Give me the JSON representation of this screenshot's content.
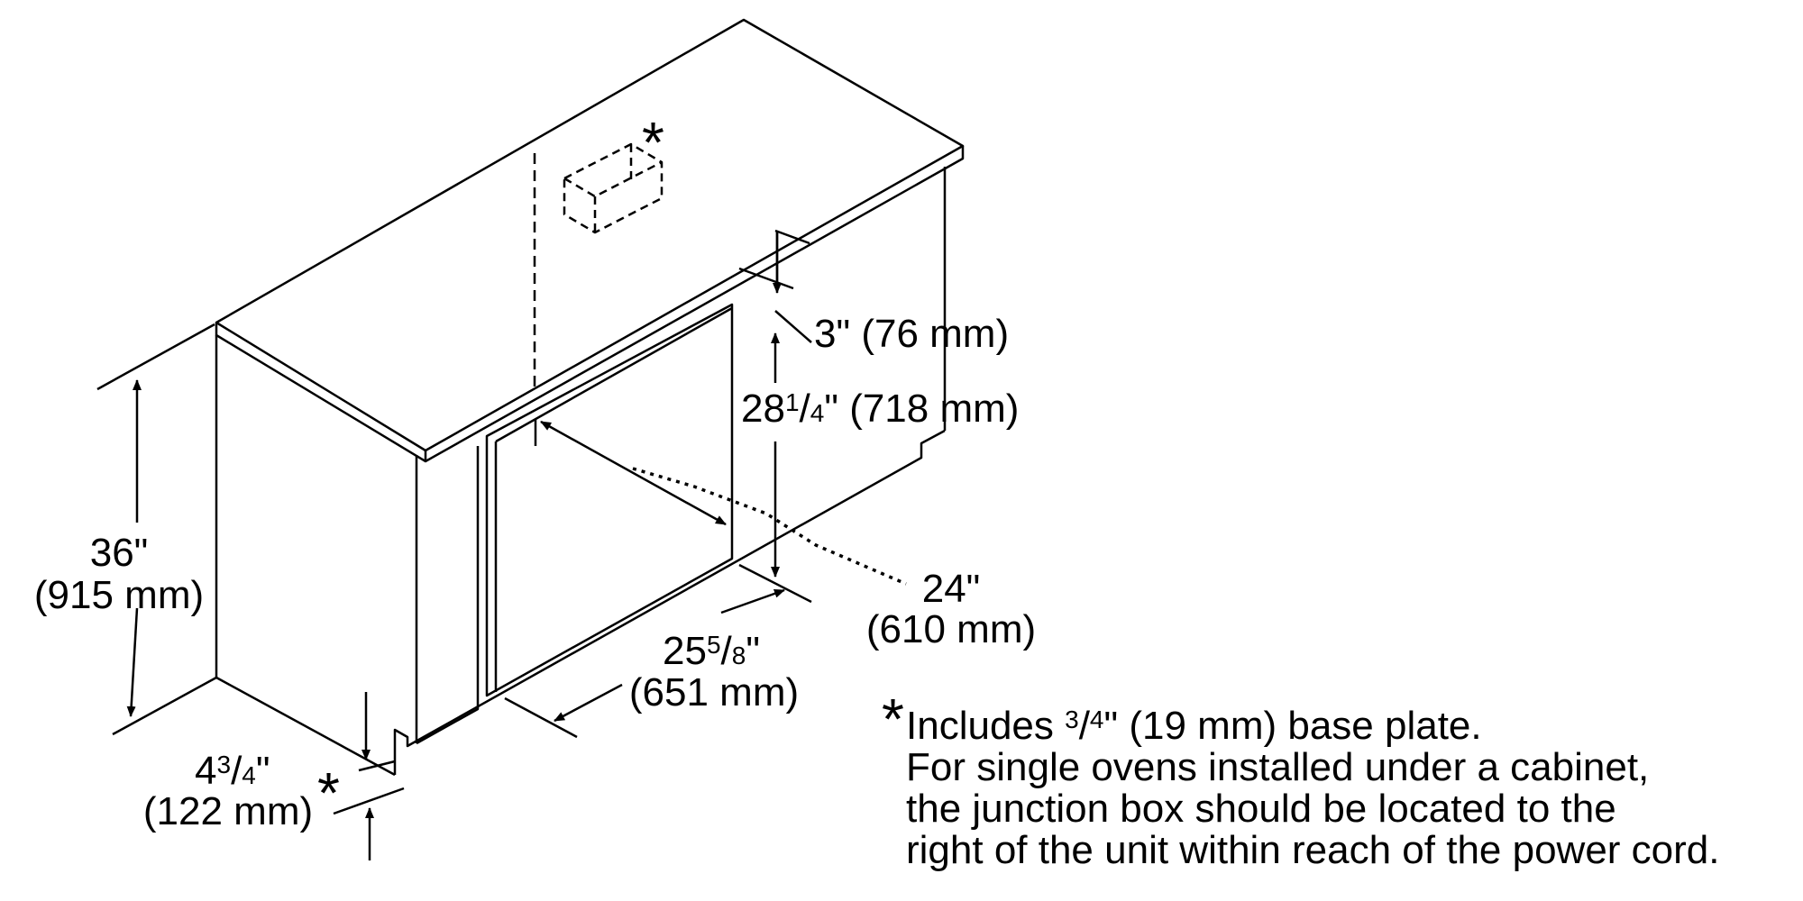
{
  "dimensions": {
    "height": {
      "imperial": "36\"",
      "metric": "(915 mm)"
    },
    "gap": {
      "label": "3\" (76 mm)"
    },
    "opening_height": {
      "whole": "28",
      "num": "1",
      "den": "4",
      "rest": "\" (718 mm)"
    },
    "depth": {
      "imperial": "24\"",
      "metric": "(610 mm)"
    },
    "width": {
      "whole": "25",
      "num": "5",
      "den": "8",
      "quote": "\"",
      "metric": "(651 mm)"
    },
    "base": {
      "whole": "4",
      "num": "3",
      "den": "4",
      "quote": "\"",
      "metric": "(122 mm)",
      "asterisk": "*"
    }
  },
  "junction_box_marker": "*",
  "note": {
    "asterisk": "*",
    "line1_pre": "Includes ",
    "line1_num": "3",
    "line1_den": "4",
    "line1_post": "\" (19 mm) base plate.",
    "line2": "For single ovens installed under a cabinet,",
    "line3": "the junction box should be located to the",
    "line4": "right of the unit within reach of the power cord."
  }
}
